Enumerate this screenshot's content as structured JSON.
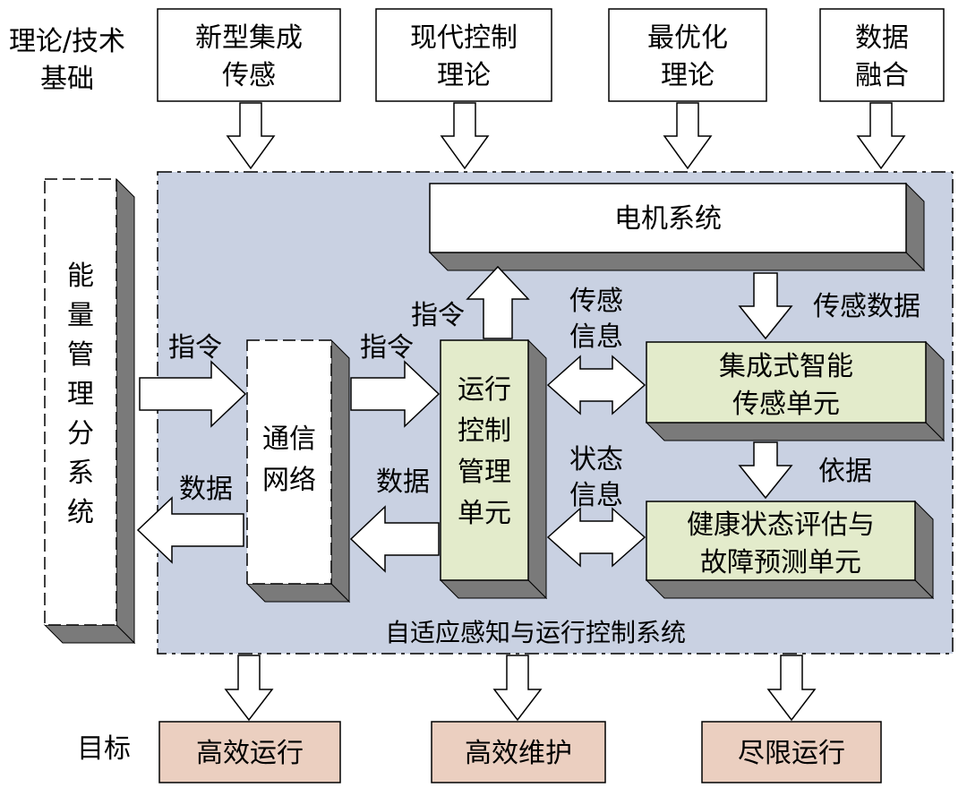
{
  "labels": {
    "theory_line1": "理论/技术",
    "theory_line2": "基础",
    "goal": "目标",
    "system_caption": "自适应感知与运行控制系统"
  },
  "theory_boxes": [
    {
      "line1": "新型集成",
      "line2": "传感"
    },
    {
      "line1": "现代控制",
      "line2": "理论"
    },
    {
      "line1": "最优化",
      "line2": "理论"
    },
    {
      "line1": "数据",
      "line2": "融合"
    }
  ],
  "blocks": {
    "motor": "电机系统",
    "energy": [
      "能",
      "量",
      "管",
      "理",
      "分",
      "系",
      "统"
    ],
    "comm": [
      "通信",
      "网络"
    ],
    "control": [
      "运行",
      "控制",
      "管理",
      "单元"
    ],
    "sensing": [
      "集成式智能",
      "传感单元"
    ],
    "health": [
      "健康状态评估与",
      "故障预测单元"
    ]
  },
  "arrows": {
    "cmd_energy": "指令",
    "data_energy": "数据",
    "cmd_comm": "指令",
    "data_comm": "数据",
    "cmd_up": "指令",
    "sense_info": [
      "传感",
      "信息"
    ],
    "state_info": [
      "状态",
      "信息"
    ],
    "sense_data": "传感数据",
    "basis": "依据"
  },
  "goals": [
    "高效运行",
    "高效维护",
    "尽限运行"
  ],
  "colors": {
    "system_bg": "#c9d1e2",
    "unit_green": "#e3ebcb",
    "goal_fill": "#ebcfc0",
    "shadow": "#7a7a7a"
  }
}
